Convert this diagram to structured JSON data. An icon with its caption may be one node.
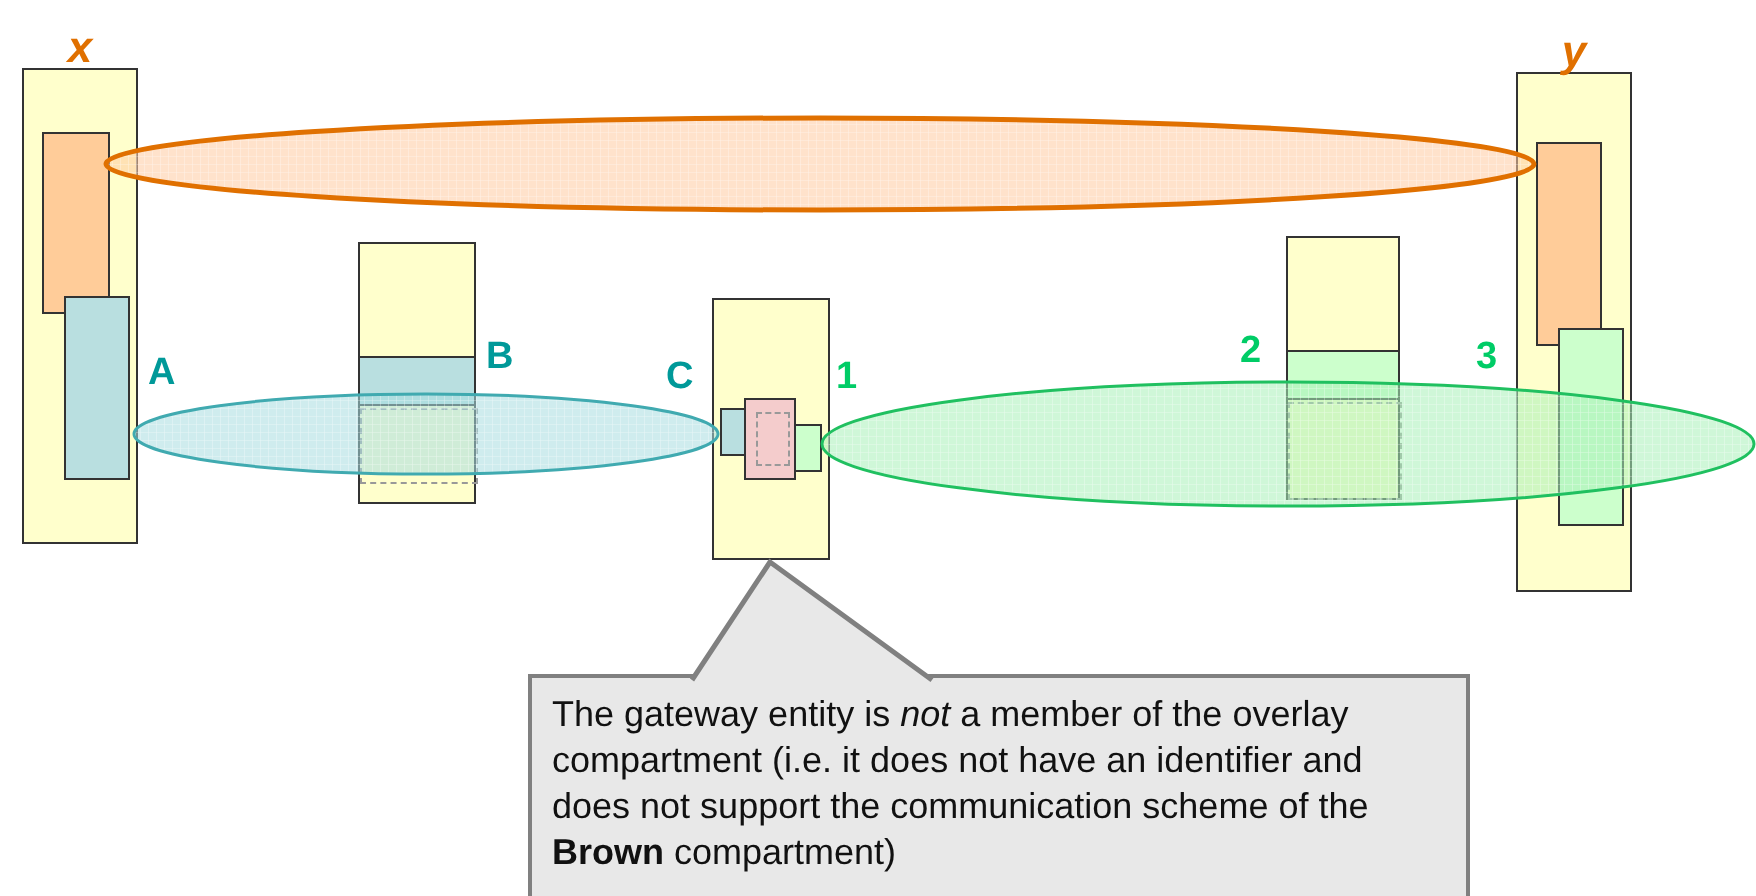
{
  "diagram": {
    "nodes": [
      {
        "text": [
          "x"
        ]
      },
      {
        "text": [],
        "shape": "box",
        "in": 0
      },
      {
        "text": [],
        "shape": "box",
        "in": 0
      },
      {
        "text": [],
        "shape": "box"
      },
      {
        "text": [],
        "shape": "box",
        "in": 3
      },
      {
        "text": [],
        "shape": "box"
      },
      {
        "text": [],
        "shape": "box",
        "in": 5
      },
      {
        "text": [],
        "shape": "box",
        "in": 5
      },
      {
        "text": [],
        "shape": "box",
        "in": 5
      },
      {
        "text": [],
        "shape": "box"
      },
      {
        "text": [],
        "shape": "box",
        "in": 9
      },
      {
        "text": [
          "y"
        ]
      },
      {
        "text": [],
        "shape": "box",
        "in": 11
      },
      {
        "text": [],
        "shape": "box",
        "in": 11
      },
      {
        "text": [],
        "shape": "ellipse"
      },
      {
        "text": [],
        "shape": "ellipse"
      },
      {
        "text": [],
        "shape": "ellipse"
      },
      {
        "text": [
          "The gateway entity is *not* a member of the overlay compartment (i.e. it does not have an identifier and does not support the communication scheme of the **Brown** compartment)"
        ]
      }
    ],
    "edges": [
      {
        "from": 17,
        "to": 5,
        "arrow": "none"
      }
    ],
    "labels": [
      "A",
      "B",
      "C",
      "1",
      "2",
      "3"
    ]
  }
}
